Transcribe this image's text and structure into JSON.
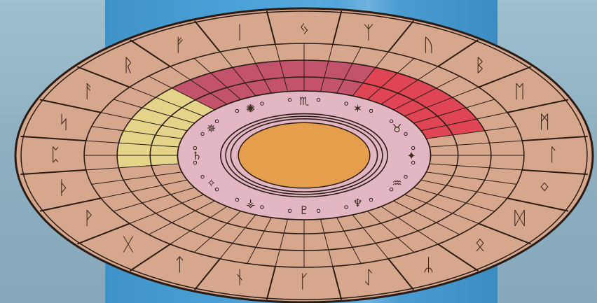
{
  "scene": {
    "name": "rune-cipher-wheel"
  },
  "colors": {
    "wall": "#8fb3c4",
    "column": "#4aa0d6",
    "outer_ring": "#d7a78d",
    "lines": "#2a1c14",
    "yellow_band": "#e6dc8a",
    "magenta_band": "#c04466",
    "red_band": "#e0344a",
    "pink_ring": "#e3b6c4",
    "center": "#e59f4c"
  },
  "outer_runes": [
    "ᛃ",
    "ᛉ",
    "ᚢ",
    "ᛒ",
    "ᛖ",
    "ᛗ",
    "ᛚ",
    "ᛜ",
    "ᛞ",
    "ᛟ",
    "ᛦ",
    "ᛇ",
    "ᚴ",
    "ᚾ",
    "ᛏ",
    "ᚷ",
    "ᚹ",
    "ᚦ",
    "ᛈ",
    "ᛋ",
    "ᚨ",
    "ᚱ",
    "ᚠ",
    "ᛁ"
  ],
  "inner_symbols": [
    "♏",
    "✶",
    "♉",
    "✦",
    "♒",
    "♆",
    "♇",
    "⚶",
    "✧",
    "♄",
    "✵",
    "✺"
  ],
  "band_segments": {
    "yellow": [
      11,
      12,
      13,
      14,
      15,
      16,
      17
    ],
    "magenta": [
      18,
      19,
      20,
      21,
      22,
      23,
      24,
      25,
      26
    ],
    "red": [
      27,
      28,
      29,
      30,
      31,
      32,
      33
    ]
  }
}
